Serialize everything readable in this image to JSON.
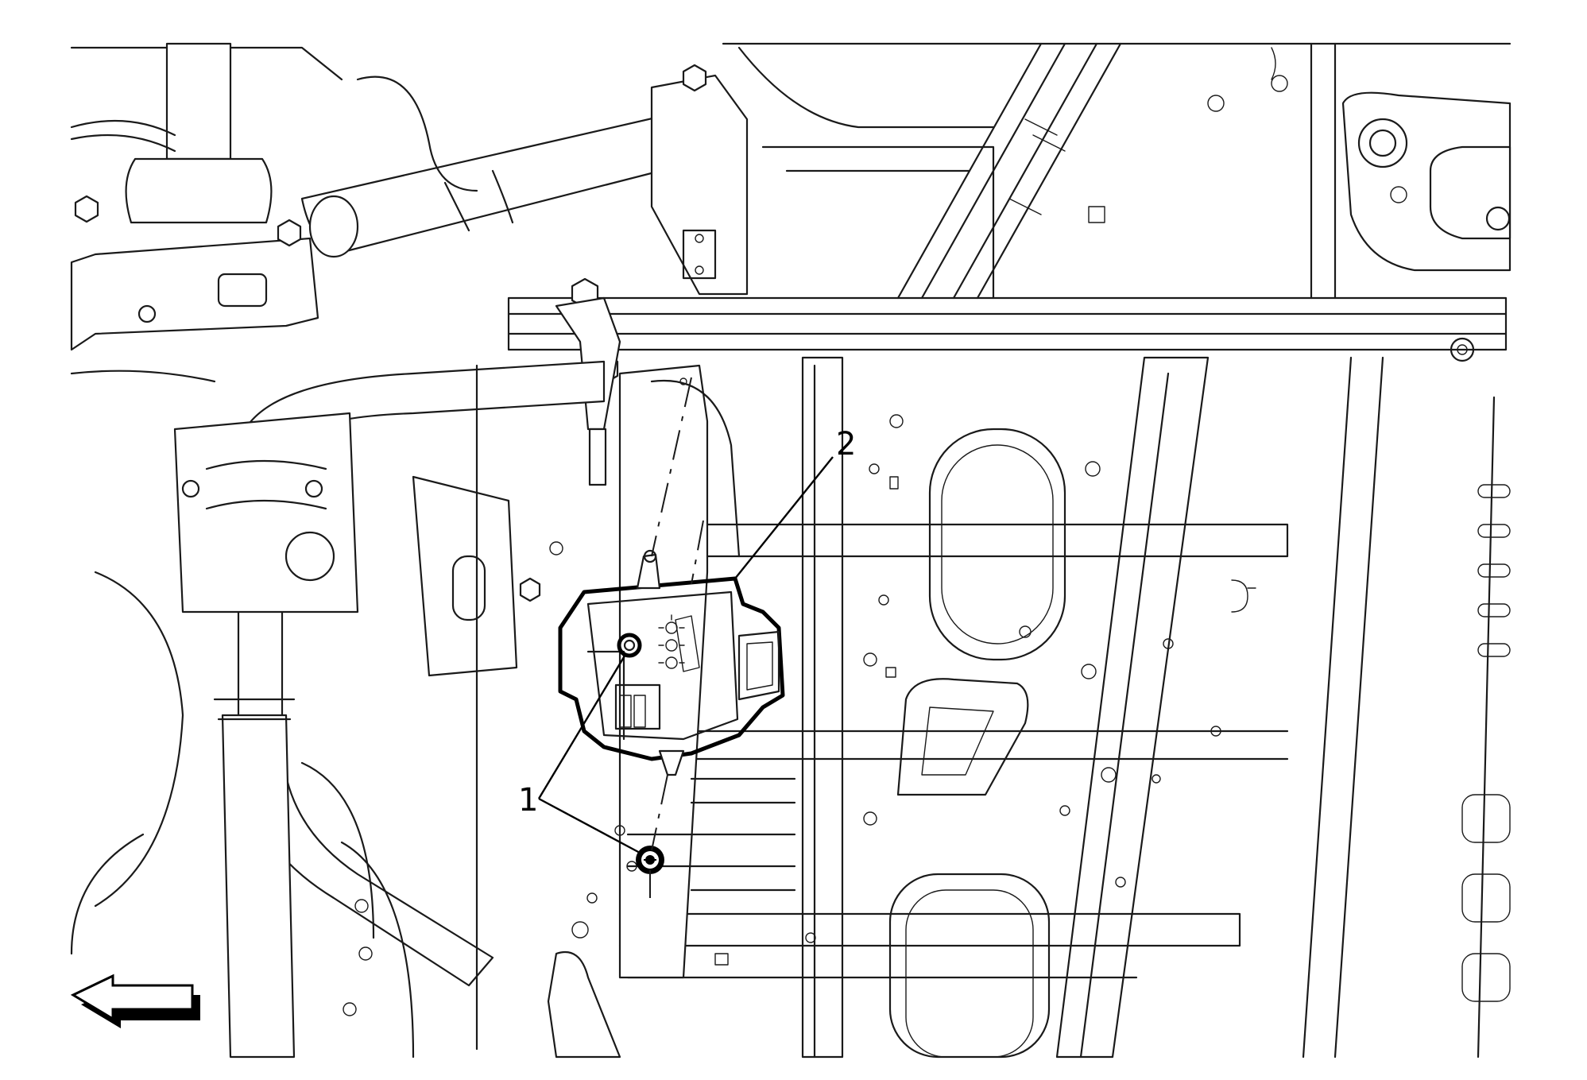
{
  "callouts": [
    {
      "id": "1",
      "label": "1"
    },
    {
      "id": "2",
      "label": "2"
    }
  ],
  "icons": {
    "direction_arrow": "arrow-left-outline-icon"
  }
}
